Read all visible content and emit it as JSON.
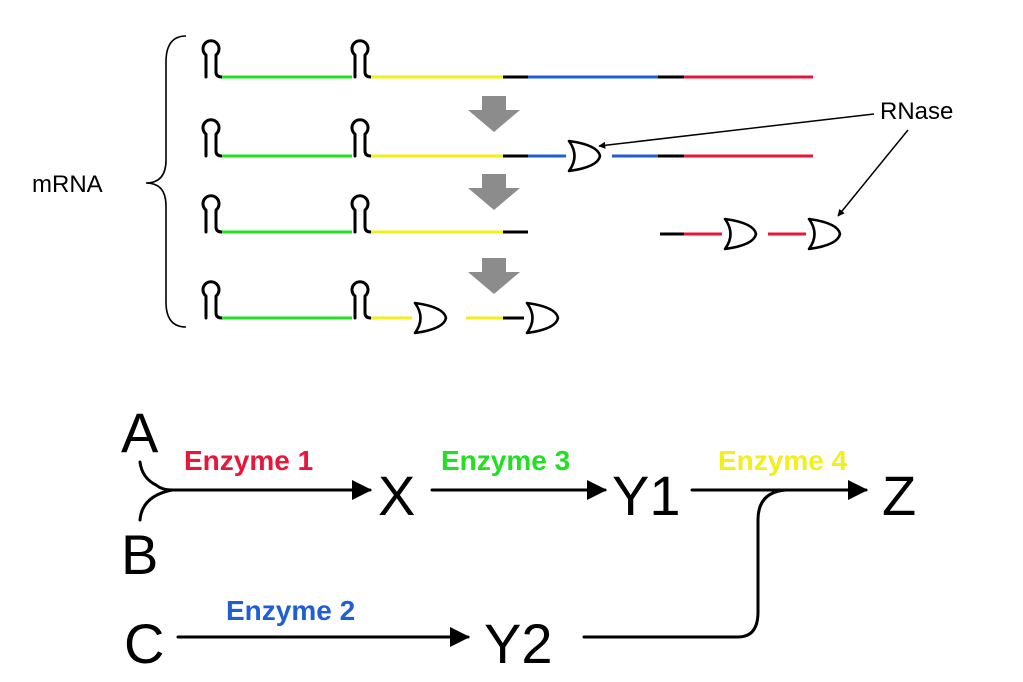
{
  "labels": {
    "mrna": "mRNA",
    "rnase": "RNase"
  },
  "colors": {
    "enzyme1": "#e8173a",
    "enzyme2": "#1f5fd6",
    "enzyme3": "#22e022",
    "enzyme4": "#f2ef1a",
    "linker": "#000000",
    "step_arrow": "#8c8c8c"
  },
  "pathway": {
    "nodes": {
      "A": "A",
      "B": "B",
      "C": "C",
      "X": "X",
      "Y1": "Y1",
      "Y2": "Y2",
      "Z": "Z"
    },
    "enzymes": {
      "e1": "Enzyme 1",
      "e2": "Enzyme 2",
      "e3": "Enzyme 3",
      "e4": "Enzyme 4"
    }
  }
}
